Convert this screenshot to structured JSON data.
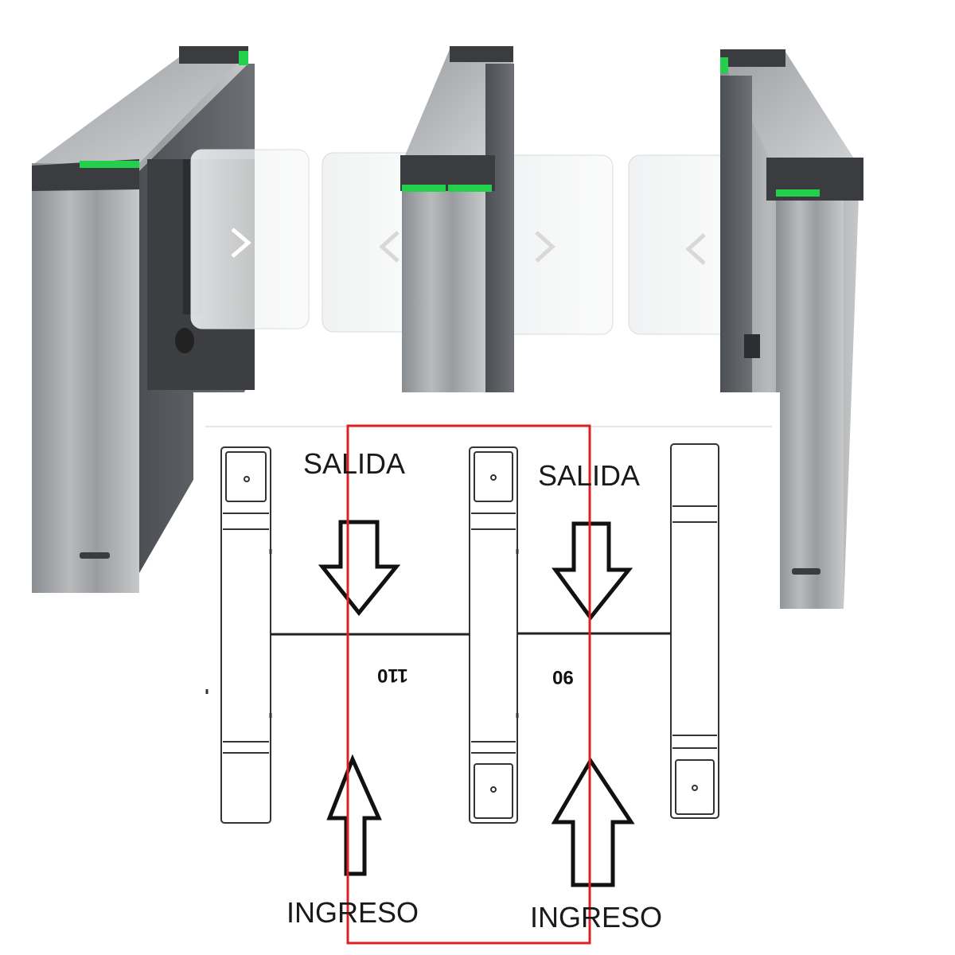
{
  "labels": {
    "exit_left": "SALIDA",
    "exit_right": "SALIDA",
    "entry_left": "INGRESO",
    "entry_right": "INGRESO",
    "width_left": "110",
    "width_right": "90"
  },
  "colors": {
    "steel_dark": "#6b6e72",
    "steel_light": "#c9cbcd",
    "cap": "#3a3c3f",
    "led": "#22d04b",
    "highlight": "#e02020",
    "line": "#222222"
  },
  "icons": {
    "panel_chevron": "chevron-right-icon",
    "panel_chevron_left": "chevron-left-icon",
    "reader": "card-reader-icon"
  }
}
